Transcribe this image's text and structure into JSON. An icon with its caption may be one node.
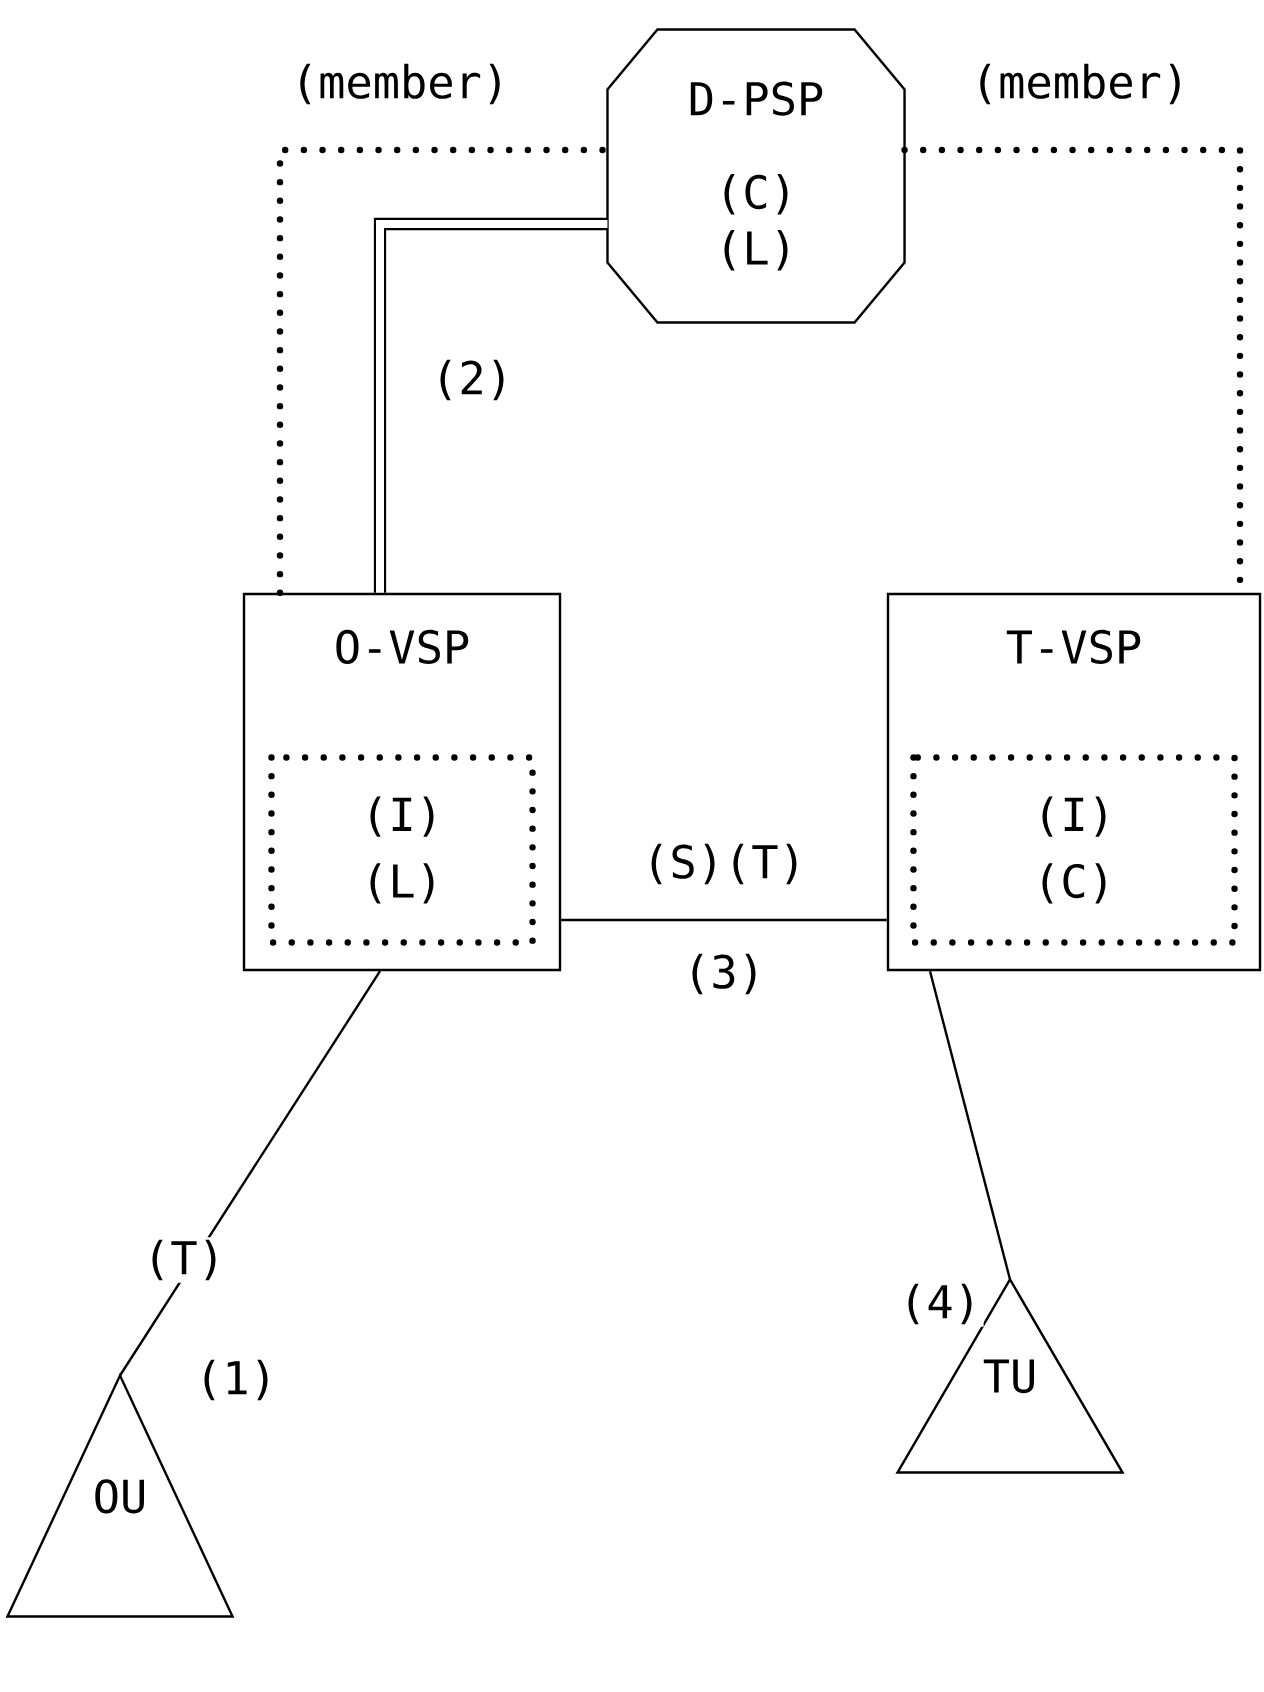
{
  "diagram": {
    "nodes": [
      {
        "text": [
          "D-PSP",
          "(C)",
          "(L)"
        ]
      },
      {
        "text": [
          "O-VSP"
        ]
      },
      {
        "text": [
          "(I)",
          "(L)"
        ],
        "in": 1
      },
      {
        "text": [
          "T-VSP"
        ]
      },
      {
        "text": [
          "(I)",
          "(C)"
        ],
        "in": 3
      },
      {
        "text": [
          "OU"
        ]
      },
      {
        "text": [
          "TU"
        ]
      }
    ],
    "edges": [
      {
        "from": 1,
        "to": 0,
        "arrow": "none",
        "style": "dashed",
        "label": "(member)"
      },
      {
        "from": 0,
        "to": 3,
        "arrow": "none",
        "style": "dashed",
        "label": "(member)"
      },
      {
        "from": 0,
        "to": 1,
        "arrow": "none",
        "style": "thick",
        "label": "(2)"
      },
      {
        "from": 1,
        "to": 3,
        "arrow": "none",
        "label": "(S)(T)"
      },
      {
        "from": 1,
        "to": 5,
        "arrow": "none",
        "label": "(T)"
      },
      {
        "from": 3,
        "to": 6,
        "arrow": "none",
        "label": "(4)"
      }
    ],
    "labels": [
      "(3)",
      "(1)"
    ]
  }
}
